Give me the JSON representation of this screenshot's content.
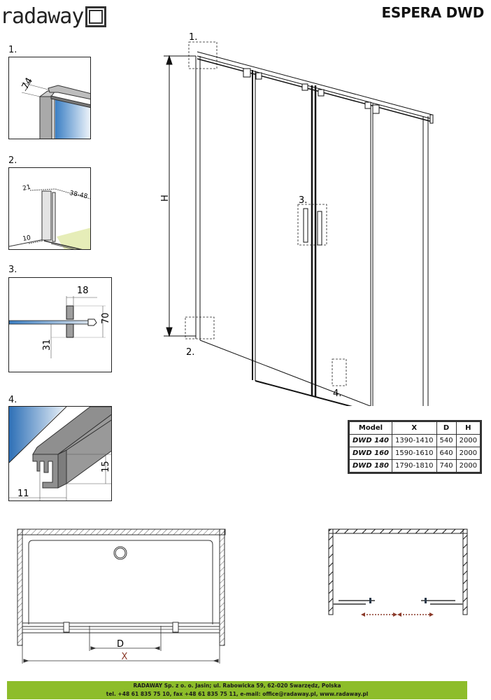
{
  "header": {
    "brand": "radaway",
    "logo_icon": "double-square-icon",
    "product_title": "ESPERA DWD"
  },
  "details": [
    {
      "label": "1.",
      "dims": [
        "74"
      ]
    },
    {
      "label": "2.",
      "dims": [
        "21",
        "38-48",
        "10"
      ]
    },
    {
      "label": "3.",
      "dims": [
        "18",
        "70",
        "31"
      ]
    },
    {
      "label": "4.",
      "dims": [
        "15",
        "11"
      ]
    }
  ],
  "main_drawing": {
    "callouts": [
      "1.",
      "2.",
      "3.",
      "4."
    ],
    "height_label": "H"
  },
  "spec_table": {
    "headers": [
      "Model",
      "X",
      "D",
      "H"
    ],
    "rows": [
      {
        "model": "DWD 140",
        "x": "1390-1410",
        "d": "540",
        "h": "2000"
      },
      {
        "model": "DWD 160",
        "x": "1590-1610",
        "d": "640",
        "h": "2000"
      },
      {
        "model": "DWD 180",
        "x": "1790-1810",
        "d": "740",
        "h": "2000"
      }
    ]
  },
  "plan_view": {
    "d_label": "D",
    "x_label": "X"
  },
  "colors": {
    "footer_green": "#8dbd2a",
    "glass_blue": "#3b7fc4",
    "arrow_red": "#8b3a2a",
    "floor_yellow": "#e6edb8"
  },
  "footer": {
    "line1": "RADAWAY Sp. z o. o. Jasin; ul. Rabowicka 59, 62-020 Swarzędz, Polska",
    "line2": "tel. +48 61 835 75 10, fax +48 61 835 75 11, e-mail: office@radaway.pl, www.radaway.pl"
  }
}
